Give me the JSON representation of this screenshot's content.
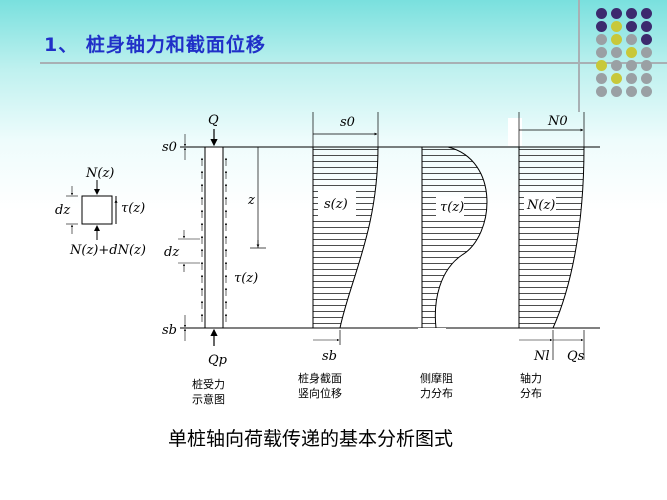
{
  "title": "1、 桩身轴力和截面位移",
  "caption": "单桩轴向荷载传递的基本分析图式",
  "element": {
    "Nz": "N(z)",
    "dz": "dz",
    "tau": "τ(z)",
    "NdN": "N(z)+dN(z)"
  },
  "pile": {
    "Q": "Q",
    "s0": "s0",
    "sb": "sb",
    "z": "z",
    "dz": "dz",
    "tau": "τ(z)",
    "Qp": "Qp",
    "label_line1": "桩受力",
    "label_line2": "示意图"
  },
  "settlement": {
    "top": "s0",
    "mid": "s(z)",
    "bottom": "sb",
    "label_line1": "桩身截面",
    "label_line2": "竖向位移"
  },
  "friction": {
    "mid": "τ(z)",
    "label_line1": "侧摩阻",
    "label_line2": "力分布"
  },
  "axial": {
    "top": "N0",
    "mid": "N(z)",
    "Nl": "Nl",
    "Qs": "Qs",
    "label_line1": "轴力",
    "label_line2": "分布"
  },
  "colors": {
    "title": "#2030c8",
    "dot_purple": "#3c2a6e",
    "dot_olive": "#c8c83a",
    "dot_gray": "#9aa0a4",
    "bg_top": "#79e0de"
  }
}
